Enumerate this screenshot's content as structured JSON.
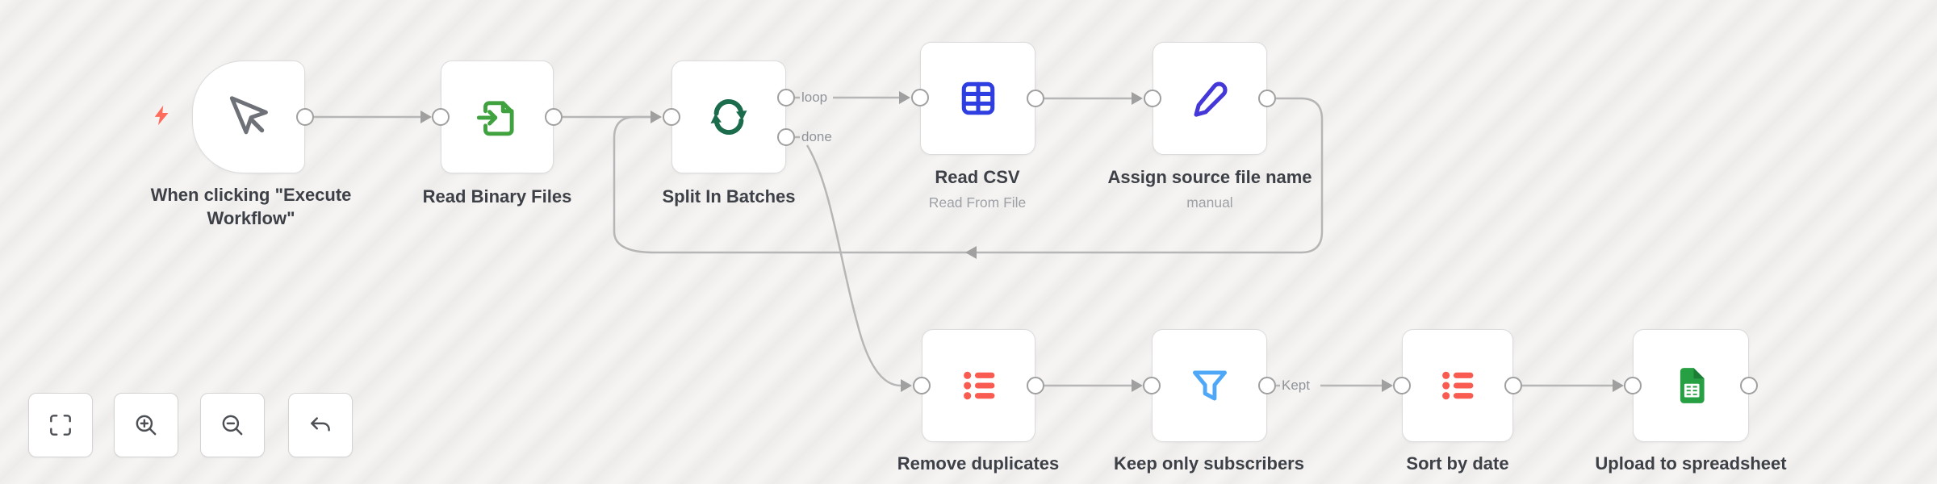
{
  "canvas": {
    "nodes": [
      {
        "id": "manual-trigger",
        "label": "When clicking \"Execute Workflow\"",
        "sublabel": "",
        "icon": "cursor-icon",
        "type": "trigger"
      },
      {
        "id": "read-binary-files",
        "label": "Read Binary Files",
        "sublabel": "",
        "icon": "file-import-icon",
        "type": "regular"
      },
      {
        "id": "split-in-batches",
        "label": "Split In Batches",
        "sublabel": "",
        "icon": "loop-icon",
        "type": "regular"
      },
      {
        "id": "read-csv",
        "label": "Read CSV",
        "sublabel": "Read From File",
        "icon": "table-icon",
        "type": "regular"
      },
      {
        "id": "assign-source-file-name",
        "label": "Assign source file name",
        "sublabel": "manual",
        "icon": "pencil-icon",
        "type": "regular"
      },
      {
        "id": "remove-duplicates",
        "label": "Remove duplicates",
        "sublabel": "",
        "icon": "list-icon",
        "type": "regular"
      },
      {
        "id": "keep-only-subscribers",
        "label": "Keep only subscribers",
        "sublabel": "",
        "icon": "funnel-icon",
        "type": "regular"
      },
      {
        "id": "sort-by-date",
        "label": "Sort by date",
        "sublabel": "",
        "icon": "list-icon",
        "type": "regular"
      },
      {
        "id": "upload-to-spreadsheet",
        "label": "Upload to spreadsheet",
        "sublabel": "",
        "icon": "spreadsheet-icon",
        "type": "regular"
      }
    ],
    "port_labels": {
      "loop": "loop",
      "done": "done",
      "kept": "Kept"
    },
    "trigger_indicator_icon": "lightning-bolt-icon"
  },
  "controls": {
    "buttons": [
      {
        "name": "zoom-to-fit",
        "icon": "fit-view-icon"
      },
      {
        "name": "zoom-in",
        "icon": "zoom-in-icon"
      },
      {
        "name": "zoom-out",
        "icon": "zoom-out-icon"
      },
      {
        "name": "undo",
        "icon": "undo-icon"
      }
    ]
  },
  "colors": {
    "canvas_base": "#f5f4f3",
    "canvas_stripe": "#edecea",
    "wire": "#b6b6b6",
    "port": "#a0a0a0",
    "node_border": "#dcdcdc",
    "label": "#3d4046",
    "sublabel": "#9da1a6",
    "port_label": "#8f9399",
    "green": "#3fa23f",
    "dark_green": "#1b6b4d",
    "blue": "#2e3ee0",
    "indigo": "#4438d8",
    "coral": "#f95b50",
    "light_blue": "#4fa8f7",
    "sheets_green": "#27a043",
    "sheets_fold": "#1b7d36",
    "bolt": "#ff6c5c",
    "gray_icon": "#6e7178",
    "ctrl_icon": "#4c4f54",
    "ctrl_border": "#d4d4d4"
  }
}
